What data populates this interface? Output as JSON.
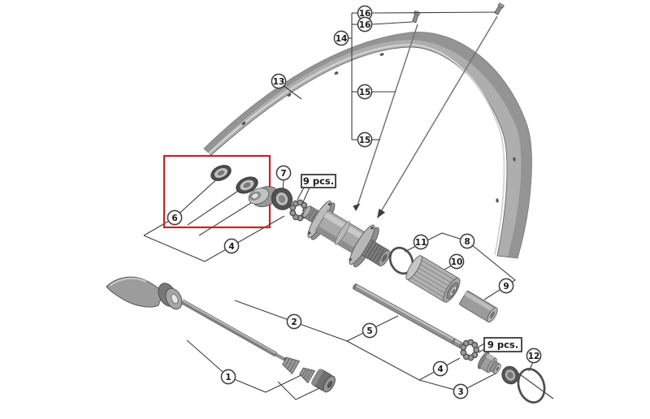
{
  "diagram": {
    "callouts": {
      "1": "1",
      "2": "2",
      "3": "3",
      "4": "4",
      "5": "5",
      "6": "6",
      "7": "7",
      "8": "8",
      "9": "9",
      "10": "10",
      "11": "11",
      "12": "12",
      "13": "13",
      "14": "14",
      "15": "15",
      "16": "16"
    },
    "quantity_labels": {
      "front": "9 pcs.",
      "rear": "9 pcs."
    },
    "colors": {
      "background": "#ffffff",
      "line": "#3d3d3d",
      "highlight": "#cc2027",
      "part_gray": "#a8a8a8"
    }
  }
}
